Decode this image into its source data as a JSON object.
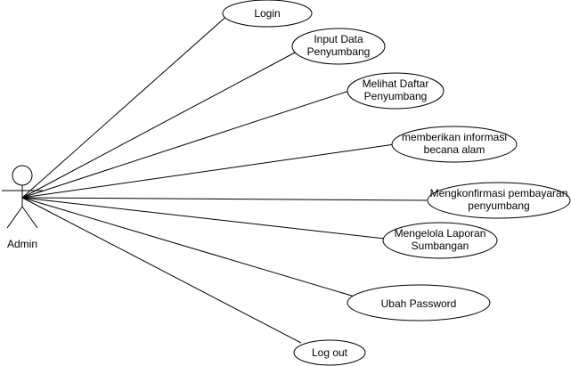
{
  "actor": {
    "label": "Admin"
  },
  "use_cases": [
    {
      "id": "login",
      "lines": [
        "Login"
      ]
    },
    {
      "id": "input-data-penyumbang",
      "lines": [
        "Input Data",
        "Penyumbang"
      ]
    },
    {
      "id": "melihat-daftar-penyumbang",
      "lines": [
        "Melihat Daftar",
        "Penyumbang"
      ]
    },
    {
      "id": "memberikan-informasi-becana-alam",
      "lines": [
        "memberikan informasi",
        "becana alam"
      ]
    },
    {
      "id": "mengkonfirmasi-pembayaran-penyumbang",
      "lines": [
        "Mengkonfirmasi pembayaran",
        "penyumbang"
      ]
    },
    {
      "id": "mengelola-laporan-sumbangan",
      "lines": [
        "Mengelola Laporan",
        "Sumbangan"
      ]
    },
    {
      "id": "ubah-password",
      "lines": [
        "Ubah Password"
      ]
    },
    {
      "id": "log-out",
      "lines": [
        "Log out"
      ]
    }
  ]
}
